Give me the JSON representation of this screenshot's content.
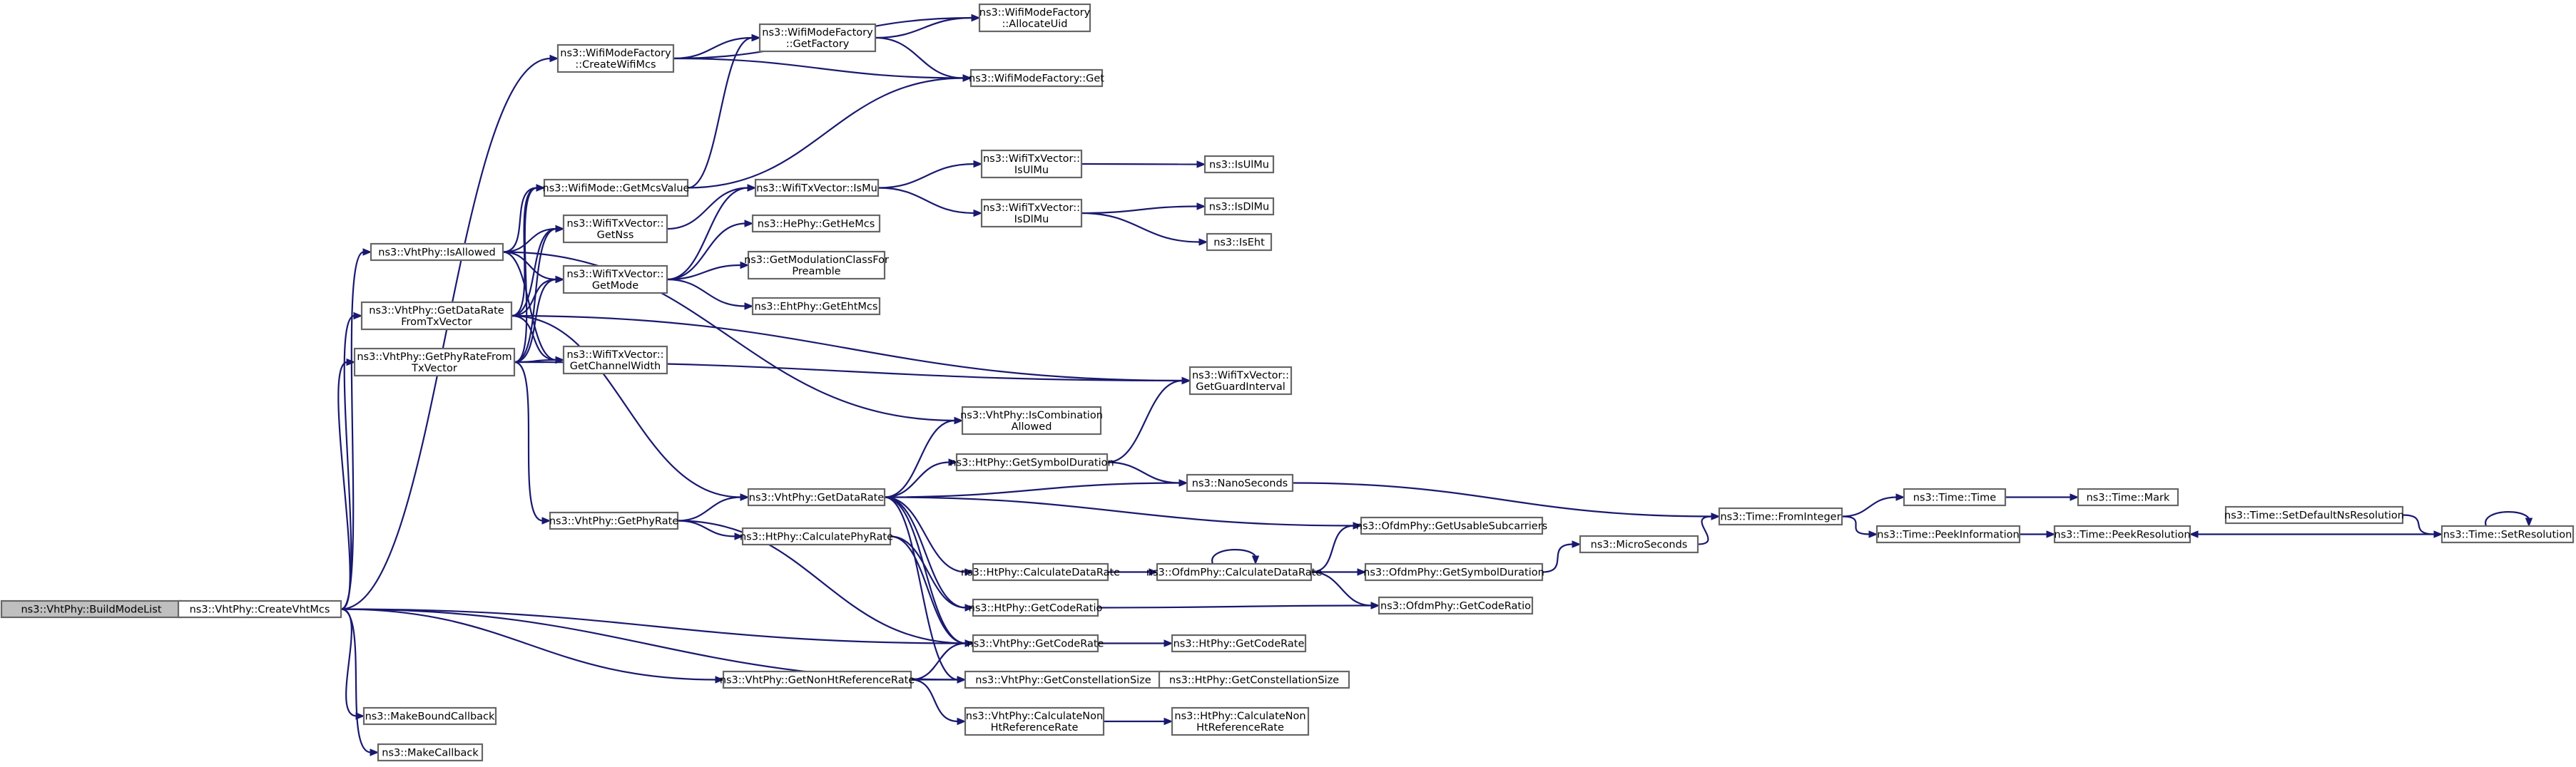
{
  "graph_title": "",
  "nodes": {
    "build_mode_list": {
      "lines": [
        "ns3::VhtPhy::BuildModeList"
      ]
    },
    "create_vht_mcs": {
      "lines": [
        "ns3::VhtPhy::CreateVhtMcs"
      ]
    },
    "create_wifi_mcs": {
      "lines": [
        "ns3::WifiModeFactory",
        "::CreateWifiMcs"
      ]
    },
    "allocate_uid": {
      "lines": [
        "ns3::WifiModeFactory",
        "::AllocateUid"
      ]
    },
    "get_factory": {
      "lines": [
        "ns3::WifiModeFactory",
        "::GetFactory"
      ]
    },
    "factory_get": {
      "lines": [
        "ns3::WifiModeFactory::Get"
      ]
    },
    "get_mcs_value": {
      "lines": [
        "ns3::WifiMode::GetMcsValue"
      ]
    },
    "is_allowed": {
      "lines": [
        "ns3::VhtPhy::IsAllowed"
      ]
    },
    "get_nss": {
      "lines": [
        "ns3::WifiTxVector::",
        "GetNss"
      ]
    },
    "get_mode": {
      "lines": [
        "ns3::WifiTxVector::",
        "GetMode"
      ]
    },
    "get_data_rate_from_tx": {
      "lines": [
        "ns3::VhtPhy::GetDataRate",
        "FromTxVector"
      ]
    },
    "get_phy_rate_from_tx": {
      "lines": [
        "ns3::VhtPhy::GetPhyRateFrom",
        "TxVector"
      ]
    },
    "get_channel_width": {
      "lines": [
        "ns3::WifiTxVector::",
        "GetChannelWidth"
      ]
    },
    "is_mu": {
      "lines": [
        "ns3::WifiTxVector::IsMu"
      ]
    },
    "is_ul_mu_tx": {
      "lines": [
        "ns3::WifiTxVector::",
        "IsUlMu"
      ]
    },
    "is_ul_mu": {
      "lines": [
        "ns3::IsUlMu"
      ]
    },
    "is_dl_mu_tx": {
      "lines": [
        "ns3::WifiTxVector::",
        "IsDlMu"
      ]
    },
    "is_dl_mu": {
      "lines": [
        "ns3::IsDlMu"
      ]
    },
    "is_eht": {
      "lines": [
        "ns3::IsEht"
      ]
    },
    "he_get_he_mcs": {
      "lines": [
        "ns3::HePhy::GetHeMcs"
      ]
    },
    "get_modulation_class": {
      "lines": [
        "ns3::GetModulationClassFor",
        "Preamble"
      ]
    },
    "eht_get_eht_mcs": {
      "lines": [
        "ns3::EhtPhy::GetEhtMcs"
      ]
    },
    "get_guard_interval": {
      "lines": [
        "ns3::WifiTxVector::",
        "GetGuardInterval"
      ]
    },
    "is_combination_allowed": {
      "lines": [
        "ns3::VhtPhy::IsCombination",
        "Allowed"
      ]
    },
    "ht_get_symbol_duration": {
      "lines": [
        "ns3::HtPhy::GetSymbolDuration"
      ]
    },
    "nano_seconds": {
      "lines": [
        "ns3::NanoSeconds"
      ]
    },
    "vht_get_data_rate": {
      "lines": [
        "ns3::VhtPhy::GetDataRate"
      ]
    },
    "vht_get_phy_rate": {
      "lines": [
        "ns3::VhtPhy::GetPhyRate"
      ]
    },
    "ht_calculate_phy_rate": {
      "lines": [
        "ns3::HtPhy::CalculatePhyRate"
      ]
    },
    "get_usable_subcarriers": {
      "lines": [
        "ns3::OfdmPhy::GetUsableSubcarriers"
      ]
    },
    "time_from_integer": {
      "lines": [
        "ns3::Time::FromInteger"
      ]
    },
    "time_time": {
      "lines": [
        "ns3::Time::Time"
      ]
    },
    "time_mark": {
      "lines": [
        "ns3::Time::Mark"
      ]
    },
    "time_peek_information": {
      "lines": [
        "ns3::Time::PeekInformation"
      ]
    },
    "time_peek_resolution": {
      "lines": [
        "ns3::Time::PeekResolution"
      ]
    },
    "time_set_default_ns_resolution": {
      "lines": [
        "ns3::Time::SetDefaultNsResolution"
      ]
    },
    "time_set_resolution": {
      "lines": [
        "ns3::Time::SetResolution"
      ]
    },
    "micro_seconds": {
      "lines": [
        "ns3::MicroSeconds"
      ]
    },
    "ht_calculate_data_rate": {
      "lines": [
        "ns3::HtPhy::CalculateDataRate"
      ]
    },
    "ofdm_calculate_data_rate": {
      "lines": [
        "ns3::OfdmPhy::CalculateDataRate"
      ]
    },
    "ofdm_get_symbol_duration": {
      "lines": [
        "ns3::OfdmPhy::GetSymbolDuration"
      ]
    },
    "ht_get_code_ratio": {
      "lines": [
        "ns3::HtPhy::GetCodeRatio"
      ]
    },
    "ofdm_get_code_ratio": {
      "lines": [
        "ns3::OfdmPhy::GetCodeRatio"
      ]
    },
    "vht_get_code_rate": {
      "lines": [
        "ns3::VhtPhy::GetCodeRate"
      ]
    },
    "ht_get_code_rate": {
      "lines": [
        "ns3::HtPhy::GetCodeRate"
      ]
    },
    "vht_get_non_ht_reference_rate": {
      "lines": [
        "ns3::VhtPhy::GetNonHtReferenceRate"
      ]
    },
    "vht_get_constellation_size": {
      "lines": [
        "ns3::VhtPhy::GetConstellationSize"
      ]
    },
    "ht_get_constellation_size": {
      "lines": [
        "ns3::HtPhy::GetConstellationSize"
      ]
    },
    "vht_calculate_non_ht_reference_rate": {
      "lines": [
        "ns3::VhtPhy::CalculateNon",
        "HtReferenceRate"
      ]
    },
    "ht_calculate_non_ht_reference_rate": {
      "lines": [
        "ns3::HtPhy::CalculateNon",
        "HtReferenceRate"
      ]
    },
    "make_bound_callback": {
      "lines": [
        "ns3::MakeBoundCallback"
      ]
    },
    "make_callback": {
      "lines": [
        "ns3::MakeCallback"
      ]
    }
  },
  "edges": [
    [
      "build_mode_list",
      "create_vht_mcs"
    ],
    [
      "create_vht_mcs",
      "create_wifi_mcs"
    ],
    [
      "create_vht_mcs",
      "is_allowed"
    ],
    [
      "create_vht_mcs",
      "get_data_rate_from_tx"
    ],
    [
      "create_vht_mcs",
      "get_phy_rate_from_tx"
    ],
    [
      "create_vht_mcs",
      "vht_get_code_rate"
    ],
    [
      "create_vht_mcs",
      "vht_get_constellation_size"
    ],
    [
      "create_vht_mcs",
      "vht_get_non_ht_reference_rate"
    ],
    [
      "create_vht_mcs",
      "make_bound_callback"
    ],
    [
      "create_vht_mcs",
      "make_callback"
    ],
    [
      "create_wifi_mcs",
      "allocate_uid"
    ],
    [
      "create_wifi_mcs",
      "get_factory"
    ],
    [
      "create_wifi_mcs",
      "factory_get"
    ],
    [
      "get_factory",
      "allocate_uid"
    ],
    [
      "get_factory",
      "factory_get"
    ],
    [
      "get_mcs_value",
      "get_factory"
    ],
    [
      "get_mcs_value",
      "factory_get"
    ],
    [
      "is_allowed",
      "get_mcs_value"
    ],
    [
      "is_allowed",
      "get_nss"
    ],
    [
      "is_allowed",
      "get_mode"
    ],
    [
      "is_allowed",
      "get_channel_width"
    ],
    [
      "is_allowed",
      "is_combination_allowed"
    ],
    [
      "get_data_rate_from_tx",
      "get_mcs_value"
    ],
    [
      "get_data_rate_from_tx",
      "get_nss"
    ],
    [
      "get_data_rate_from_tx",
      "get_mode"
    ],
    [
      "get_data_rate_from_tx",
      "get_channel_width"
    ],
    [
      "get_data_rate_from_tx",
      "get_guard_interval"
    ],
    [
      "get_data_rate_from_tx",
      "vht_get_data_rate"
    ],
    [
      "get_phy_rate_from_tx",
      "get_mcs_value"
    ],
    [
      "get_phy_rate_from_tx",
      "get_nss"
    ],
    [
      "get_phy_rate_from_tx",
      "get_mode"
    ],
    [
      "get_phy_rate_from_tx",
      "get_channel_width"
    ],
    [
      "get_phy_rate_from_tx",
      "get_guard_interval"
    ],
    [
      "get_phy_rate_from_tx",
      "vht_get_phy_rate"
    ],
    [
      "get_nss",
      "is_mu"
    ],
    [
      "get_mode",
      "is_mu"
    ],
    [
      "get_mode",
      "he_get_he_mcs"
    ],
    [
      "get_mode",
      "get_modulation_class"
    ],
    [
      "get_mode",
      "eht_get_eht_mcs"
    ],
    [
      "is_mu",
      "is_ul_mu_tx"
    ],
    [
      "is_mu",
      "is_dl_mu_tx"
    ],
    [
      "is_ul_mu_tx",
      "is_ul_mu"
    ],
    [
      "is_dl_mu_tx",
      "is_dl_mu"
    ],
    [
      "is_dl_mu_tx",
      "is_eht"
    ],
    [
      "vht_get_phy_rate",
      "vht_get_data_rate"
    ],
    [
      "vht_get_phy_rate",
      "ht_calculate_phy_rate"
    ],
    [
      "vht_get_phy_rate",
      "vht_get_code_rate"
    ],
    [
      "vht_get_data_rate",
      "is_combination_allowed"
    ],
    [
      "vht_get_data_rate",
      "ht_get_symbol_duration"
    ],
    [
      "vht_get_data_rate",
      "nano_seconds"
    ],
    [
      "vht_get_data_rate",
      "get_usable_subcarriers"
    ],
    [
      "vht_get_data_rate",
      "ht_calculate_data_rate"
    ],
    [
      "vht_get_data_rate",
      "ht_get_code_ratio"
    ],
    [
      "vht_get_data_rate",
      "vht_get_code_rate"
    ],
    [
      "vht_get_data_rate",
      "vht_get_constellation_size"
    ],
    [
      "ht_calculate_phy_rate",
      "ht_get_code_ratio"
    ],
    [
      "ht_calculate_phy_rate",
      "vht_get_code_rate"
    ],
    [
      "ht_get_symbol_duration",
      "get_guard_interval"
    ],
    [
      "ht_get_symbol_duration",
      "nano_seconds"
    ],
    [
      "nano_seconds",
      "time_from_integer"
    ],
    [
      "time_from_integer",
      "time_time"
    ],
    [
      "time_from_integer",
      "time_peek_information"
    ],
    [
      "time_time",
      "time_mark"
    ],
    [
      "time_peek_information",
      "time_peek_resolution"
    ],
    [
      "time_set_default_ns_resolution",
      "time_set_resolution"
    ],
    [
      "time_set_resolution",
      "time_peek_resolution"
    ],
    [
      "time_set_resolution",
      "time_set_resolution"
    ],
    [
      "micro_seconds",
      "time_from_integer"
    ],
    [
      "ht_calculate_data_rate",
      "ofdm_calculate_data_rate"
    ],
    [
      "ofdm_calculate_data_rate",
      "get_usable_subcarriers"
    ],
    [
      "ofdm_calculate_data_rate",
      "ofdm_get_symbol_duration"
    ],
    [
      "ofdm_calculate_data_rate",
      "ofdm_get_code_ratio"
    ],
    [
      "ofdm_calculate_data_rate",
      "ofdm_calculate_data_rate"
    ],
    [
      "ofdm_get_symbol_duration",
      "micro_seconds"
    ],
    [
      "ht_get_code_ratio",
      "ofdm_get_code_ratio"
    ],
    [
      "vht_get_code_rate",
      "ht_get_code_rate"
    ],
    [
      "vht_get_constellation_size",
      "ht_get_constellation_size"
    ],
    [
      "vht_get_non_ht_reference_rate",
      "vht_get_code_rate"
    ],
    [
      "vht_get_non_ht_reference_rate",
      "vht_get_constellation_size"
    ],
    [
      "vht_get_non_ht_reference_rate",
      "vht_calculate_non_ht_reference_rate"
    ],
    [
      "vht_calculate_non_ht_reference_rate",
      "ht_calculate_non_ht_reference_rate"
    ]
  ]
}
